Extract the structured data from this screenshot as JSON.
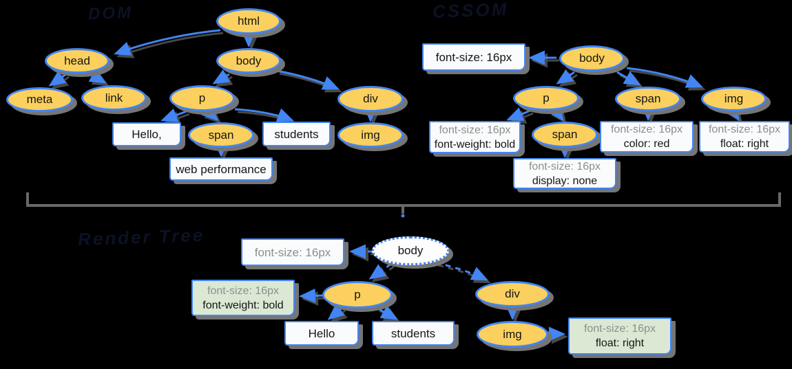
{
  "colors": {
    "canvas_bg": "#000000",
    "node_fill": "#FBD05E",
    "edge_blue": "#4285F4",
    "note_fill": "#FAFBFC",
    "note_green_fill": "#DBE9D4",
    "inherited_rule_text": "#8D8D8D",
    "declared_rule_text": "#151515",
    "divider_gray": "#696969",
    "shadow_gray": "#757575"
  },
  "dom": {
    "title": "DOM",
    "nodes": {
      "html": "html",
      "head": "head",
      "meta": "meta",
      "link": "link",
      "body": "body",
      "p": "p",
      "span": "span",
      "div": "div",
      "img": "img"
    },
    "texts": {
      "hello": "Hello,",
      "students": "students",
      "webperf": "web performance"
    }
  },
  "cssom": {
    "title": "CSSOM",
    "nodes": {
      "body": "body",
      "p": "p",
      "span_in_p": "span",
      "span": "span",
      "img": "img"
    },
    "rules": {
      "body": {
        "line1": "font-size: 16px"
      },
      "p": {
        "line1": "font-size: 16px",
        "line2": "font-weight: bold"
      },
      "span_in_p": {
        "line1": "font-size: 16px",
        "line2": "display: none"
      },
      "span": {
        "line1": "font-size: 16px",
        "line2": "color: red"
      },
      "img": {
        "line1": "font-size: 16px",
        "line2": "float: right"
      }
    }
  },
  "render": {
    "title": "Render Tree",
    "nodes": {
      "body": "body",
      "p": "p",
      "div": "div",
      "img": "img"
    },
    "texts": {
      "hello": "Hello",
      "students": "students"
    },
    "rules": {
      "body": {
        "line1": "font-size: 16px"
      },
      "p": {
        "line1": "font-size: 16px",
        "line2": "font-weight: bold"
      },
      "img": {
        "line1": "font-size: 16px",
        "line2": "float: right"
      }
    }
  }
}
